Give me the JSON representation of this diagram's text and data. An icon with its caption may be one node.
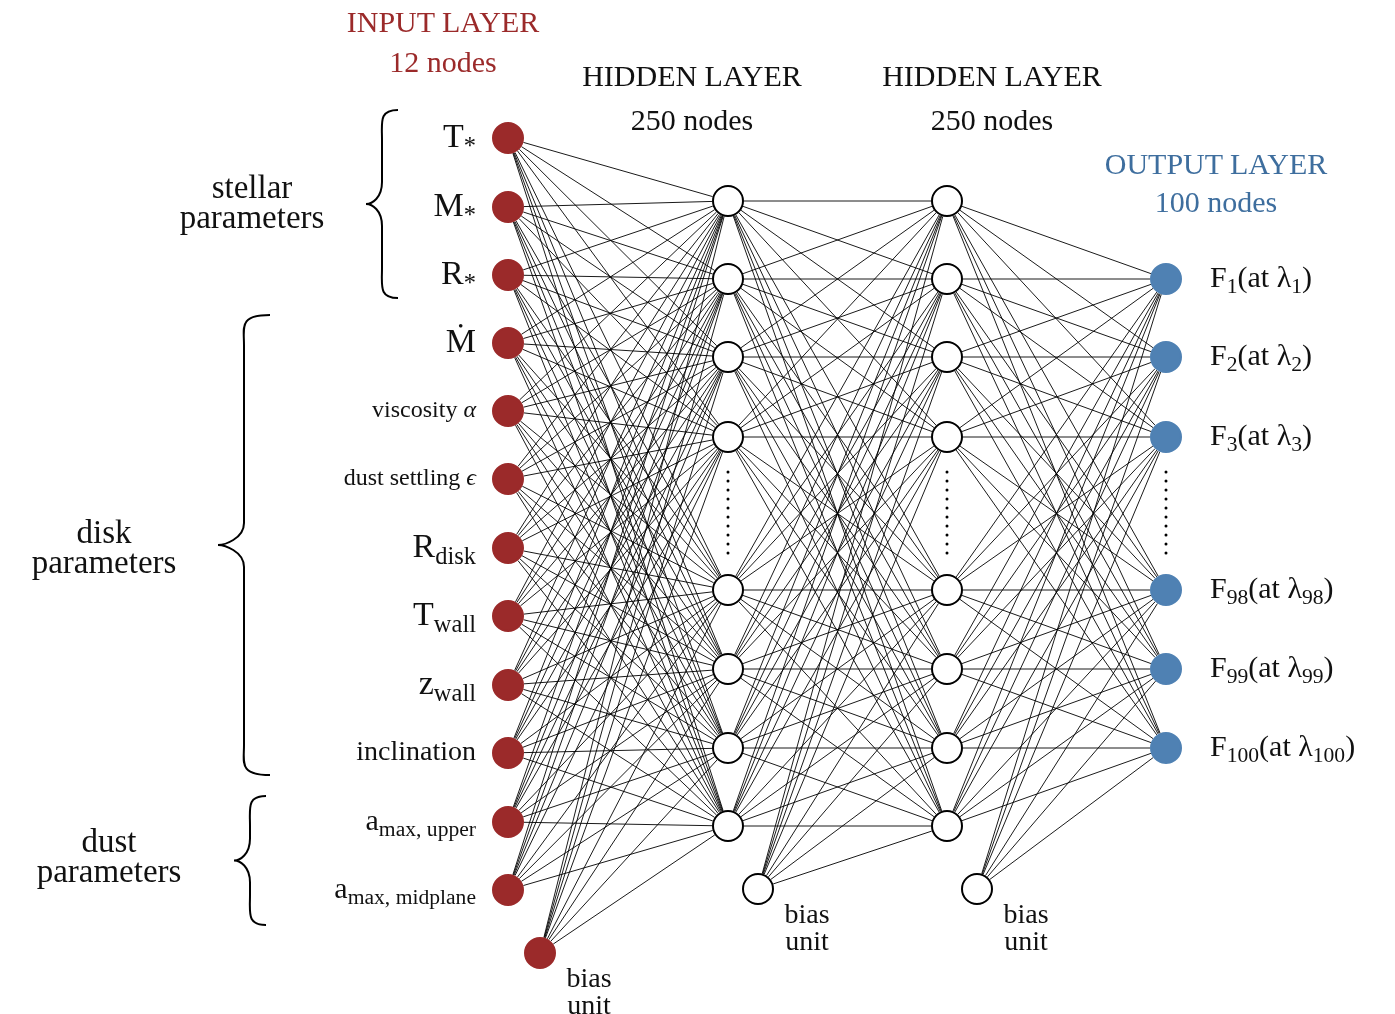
{
  "diagram": {
    "nodes": [
      {
        "text": [],
        "shape": "circle",
        "beside": [
          "T$_{*}$"
        ]
      },
      {
        "text": [],
        "shape": "circle",
        "beside": [
          "M$_{*}$"
        ]
      },
      {
        "text": [],
        "shape": "circle",
        "beside": [
          "R$_{*}$"
        ]
      },
      {
        "text": [],
        "shape": "circle",
        "beside": [
          "Ṁ"
        ]
      },
      {
        "text": [],
        "shape": "circle",
        "beside": [
          "viscosity *α*"
        ]
      },
      {
        "text": [],
        "shape": "circle",
        "beside": [
          "dust settling *ϵ*"
        ]
      },
      {
        "text": [],
        "shape": "circle",
        "beside": [
          "R$_{disk}$"
        ]
      },
      {
        "text": [],
        "shape": "circle",
        "beside": [
          "T$_{wall}$"
        ]
      },
      {
        "text": [],
        "shape": "circle",
        "beside": [
          "z$_{wall}$"
        ]
      },
      {
        "text": [],
        "shape": "circle",
        "beside": [
          "inclination"
        ]
      },
      {
        "text": [],
        "shape": "circle",
        "beside": [
          "a$_{max, upper}$"
        ]
      },
      {
        "text": [],
        "shape": "circle",
        "beside": [
          "a$_{max, midplane}$"
        ]
      },
      {
        "text": [],
        "shape": "circle",
        "beside": [
          "bias unit"
        ]
      },
      {
        "text": [],
        "shape": "circle"
      },
      {
        "text": [],
        "shape": "circle"
      },
      {
        "text": [],
        "shape": "circle"
      },
      {
        "text": [],
        "shape": "circle"
      },
      {
        "text": [],
        "shape": "circle"
      },
      {
        "text": [],
        "shape": "circle"
      },
      {
        "text": [],
        "shape": "circle"
      },
      {
        "text": [],
        "shape": "circle"
      },
      {
        "text": [],
        "shape": "circle",
        "beside": [
          "bias unit"
        ]
      },
      {
        "text": [],
        "shape": "circle"
      },
      {
        "text": [],
        "shape": "circle"
      },
      {
        "text": [],
        "shape": "circle"
      },
      {
        "text": [],
        "shape": "circle"
      },
      {
        "text": [],
        "shape": "circle"
      },
      {
        "text": [],
        "shape": "circle"
      },
      {
        "text": [],
        "shape": "circle"
      },
      {
        "text": [],
        "shape": "circle"
      },
      {
        "text": [],
        "shape": "circle",
        "beside": [
          "bias unit"
        ]
      },
      {
        "text": [],
        "shape": "circle",
        "beside": [
          "F$_{1}$(at λ$_{1}$)"
        ]
      },
      {
        "text": [],
        "shape": "circle",
        "beside": [
          "F$_{2}$(at λ$_{2}$)"
        ]
      },
      {
        "text": [],
        "shape": "circle",
        "beside": [
          "F$_{3}$(at λ$_{3}$)"
        ]
      },
      {
        "text": [],
        "shape": "circle",
        "beside": [
          "F$_{98}$(at λ$_{98}$)"
        ]
      },
      {
        "text": [],
        "shape": "circle",
        "beside": [
          "F$_{99}$(at λ$_{99}$)"
        ]
      },
      {
        "text": [],
        "shape": "circle",
        "beside": [
          "F$_{100}$(at λ$_{100}$)"
        ]
      }
    ],
    "edges": [
      {
        "from": 0,
        "to": 13,
        "arrow": "none"
      },
      {
        "from": 0,
        "to": 14,
        "arrow": "none"
      },
      {
        "from": 0,
        "to": 15,
        "arrow": "none"
      },
      {
        "from": 0,
        "to": 16,
        "arrow": "none"
      },
      {
        "from": 0,
        "to": 17,
        "arrow": "none"
      },
      {
        "from": 0,
        "to": 18,
        "arrow": "none"
      },
      {
        "from": 0,
        "to": 19,
        "arrow": "none"
      },
      {
        "from": 0,
        "to": 20,
        "arrow": "none"
      },
      {
        "from": 1,
        "to": 13,
        "arrow": "none"
      },
      {
        "from": 1,
        "to": 14,
        "arrow": "none"
      },
      {
        "from": 1,
        "to": 15,
        "arrow": "none"
      },
      {
        "from": 1,
        "to": 16,
        "arrow": "none"
      },
      {
        "from": 1,
        "to": 17,
        "arrow": "none"
      },
      {
        "from": 1,
        "to": 18,
        "arrow": "none"
      },
      {
        "from": 1,
        "to": 19,
        "arrow": "none"
      },
      {
        "from": 1,
        "to": 20,
        "arrow": "none"
      },
      {
        "from": 2,
        "to": 13,
        "arrow": "none"
      },
      {
        "from": 2,
        "to": 14,
        "arrow": "none"
      },
      {
        "from": 2,
        "to": 15,
        "arrow": "none"
      },
      {
        "from": 2,
        "to": 16,
        "arrow": "none"
      },
      {
        "from": 2,
        "to": 17,
        "arrow": "none"
      },
      {
        "from": 2,
        "to": 18,
        "arrow": "none"
      },
      {
        "from": 2,
        "to": 19,
        "arrow": "none"
      },
      {
        "from": 2,
        "to": 20,
        "arrow": "none"
      },
      {
        "from": 3,
        "to": 13,
        "arrow": "none"
      },
      {
        "from": 3,
        "to": 14,
        "arrow": "none"
      },
      {
        "from": 3,
        "to": 15,
        "arrow": "none"
      },
      {
        "from": 3,
        "to": 16,
        "arrow": "none"
      },
      {
        "from": 3,
        "to": 17,
        "arrow": "none"
      },
      {
        "from": 3,
        "to": 18,
        "arrow": "none"
      },
      {
        "from": 3,
        "to": 19,
        "arrow": "none"
      },
      {
        "from": 3,
        "to": 20,
        "arrow": "none"
      },
      {
        "from": 4,
        "to": 13,
        "arrow": "none"
      },
      {
        "from": 4,
        "to": 14,
        "arrow": "none"
      },
      {
        "from": 4,
        "to": 15,
        "arrow": "none"
      },
      {
        "from": 4,
        "to": 16,
        "arrow": "none"
      },
      {
        "from": 4,
        "to": 17,
        "arrow": "none"
      },
      {
        "from": 4,
        "to": 18,
        "arrow": "none"
      },
      {
        "from": 4,
        "to": 19,
        "arrow": "none"
      },
      {
        "from": 4,
        "to": 20,
        "arrow": "none"
      },
      {
        "from": 5,
        "to": 13,
        "arrow": "none"
      },
      {
        "from": 5,
        "to": 14,
        "arrow": "none"
      },
      {
        "from": 5,
        "to": 15,
        "arrow": "none"
      },
      {
        "from": 5,
        "to": 16,
        "arrow": "none"
      },
      {
        "from": 5,
        "to": 17,
        "arrow": "none"
      },
      {
        "from": 5,
        "to": 18,
        "arrow": "none"
      },
      {
        "from": 5,
        "to": 19,
        "arrow": "none"
      },
      {
        "from": 5,
        "to": 20,
        "arrow": "none"
      },
      {
        "from": 6,
        "to": 13,
        "arrow": "none"
      },
      {
        "from": 6,
        "to": 14,
        "arrow": "none"
      },
      {
        "from": 6,
        "to": 15,
        "arrow": "none"
      },
      {
        "from": 6,
        "to": 16,
        "arrow": "none"
      },
      {
        "from": 6,
        "to": 17,
        "arrow": "none"
      },
      {
        "from": 6,
        "to": 18,
        "arrow": "none"
      },
      {
        "from": 6,
        "to": 19,
        "arrow": "none"
      },
      {
        "from": 6,
        "to": 20,
        "arrow": "none"
      },
      {
        "from": 7,
        "to": 13,
        "arrow": "none"
      },
      {
        "from": 7,
        "to": 14,
        "arrow": "none"
      },
      {
        "from": 7,
        "to": 15,
        "arrow": "none"
      },
      {
        "from": 7,
        "to": 16,
        "arrow": "none"
      },
      {
        "from": 7,
        "to": 17,
        "arrow": "none"
      },
      {
        "from": 7,
        "to": 18,
        "arrow": "none"
      },
      {
        "from": 7,
        "to": 19,
        "arrow": "none"
      },
      {
        "from": 7,
        "to": 20,
        "arrow": "none"
      },
      {
        "from": 8,
        "to": 13,
        "arrow": "none"
      },
      {
        "from": 8,
        "to": 14,
        "arrow": "none"
      },
      {
        "from": 8,
        "to": 15,
        "arrow": "none"
      },
      {
        "from": 8,
        "to": 16,
        "arrow": "none"
      },
      {
        "from": 8,
        "to": 17,
        "arrow": "none"
      },
      {
        "from": 8,
        "to": 18,
        "arrow": "none"
      },
      {
        "from": 8,
        "to": 19,
        "arrow": "none"
      },
      {
        "from": 8,
        "to": 20,
        "arrow": "none"
      },
      {
        "from": 9,
        "to": 13,
        "arrow": "none"
      },
      {
        "from": 9,
        "to": 14,
        "arrow": "none"
      },
      {
        "from": 9,
        "to": 15,
        "arrow": "none"
      },
      {
        "from": 9,
        "to": 16,
        "arrow": "none"
      },
      {
        "from": 9,
        "to": 17,
        "arrow": "none"
      },
      {
        "from": 9,
        "to": 18,
        "arrow": "none"
      },
      {
        "from": 9,
        "to": 19,
        "arrow": "none"
      },
      {
        "from": 9,
        "to": 20,
        "arrow": "none"
      },
      {
        "from": 10,
        "to": 13,
        "arrow": "none"
      },
      {
        "from": 10,
        "to": 14,
        "arrow": "none"
      },
      {
        "from": 10,
        "to": 15,
        "arrow": "none"
      },
      {
        "from": 10,
        "to": 16,
        "arrow": "none"
      },
      {
        "from": 10,
        "to": 17,
        "arrow": "none"
      },
      {
        "from": 10,
        "to": 18,
        "arrow": "none"
      },
      {
        "from": 10,
        "to": 19,
        "arrow": "none"
      },
      {
        "from": 10,
        "to": 20,
        "arrow": "none"
      },
      {
        "from": 11,
        "to": 13,
        "arrow": "none"
      },
      {
        "from": 11,
        "to": 14,
        "arrow": "none"
      },
      {
        "from": 11,
        "to": 15,
        "arrow": "none"
      },
      {
        "from": 11,
        "to": 16,
        "arrow": "none"
      },
      {
        "from": 11,
        "to": 17,
        "arrow": "none"
      },
      {
        "from": 11,
        "to": 18,
        "arrow": "none"
      },
      {
        "from": 11,
        "to": 19,
        "arrow": "none"
      },
      {
        "from": 11,
        "to": 20,
        "arrow": "none"
      },
      {
        "from": 12,
        "to": 13,
        "arrow": "none"
      },
      {
        "from": 12,
        "to": 14,
        "arrow": "none"
      },
      {
        "from": 12,
        "to": 15,
        "arrow": "none"
      },
      {
        "from": 12,
        "to": 16,
        "arrow": "none"
      },
      {
        "from": 12,
        "to": 17,
        "arrow": "none"
      },
      {
        "from": 12,
        "to": 18,
        "arrow": "none"
      },
      {
        "from": 12,
        "to": 19,
        "arrow": "none"
      },
      {
        "from": 12,
        "to": 20,
        "arrow": "none"
      },
      {
        "from": 13,
        "to": 22,
        "arrow": "none"
      },
      {
        "from": 13,
        "to": 23,
        "arrow": "none"
      },
      {
        "from": 13,
        "to": 24,
        "arrow": "none"
      },
      {
        "from": 13,
        "to": 25,
        "arrow": "none"
      },
      {
        "from": 13,
        "to": 26,
        "arrow": "none"
      },
      {
        "from": 13,
        "to": 27,
        "arrow": "none"
      },
      {
        "from": 13,
        "to": 28,
        "arrow": "none"
      },
      {
        "from": 13,
        "to": 29,
        "arrow": "none"
      },
      {
        "from": 14,
        "to": 22,
        "arrow": "none"
      },
      {
        "from": 14,
        "to": 23,
        "arrow": "none"
      },
      {
        "from": 14,
        "to": 24,
        "arrow": "none"
      },
      {
        "from": 14,
        "to": 25,
        "arrow": "none"
      },
      {
        "from": 14,
        "to": 26,
        "arrow": "none"
      },
      {
        "from": 14,
        "to": 27,
        "arrow": "none"
      },
      {
        "from": 14,
        "to": 28,
        "arrow": "none"
      },
      {
        "from": 14,
        "to": 29,
        "arrow": "none"
      },
      {
        "from": 15,
        "to": 22,
        "arrow": "none"
      },
      {
        "from": 15,
        "to": 23,
        "arrow": "none"
      },
      {
        "from": 15,
        "to": 24,
        "arrow": "none"
      },
      {
        "from": 15,
        "to": 25,
        "arrow": "none"
      },
      {
        "from": 15,
        "to": 26,
        "arrow": "none"
      },
      {
        "from": 15,
        "to": 27,
        "arrow": "none"
      },
      {
        "from": 15,
        "to": 28,
        "arrow": "none"
      },
      {
        "from": 15,
        "to": 29,
        "arrow": "none"
      },
      {
        "from": 16,
        "to": 22,
        "arrow": "none"
      },
      {
        "from": 16,
        "to": 23,
        "arrow": "none"
      },
      {
        "from": 16,
        "to": 24,
        "arrow": "none"
      },
      {
        "from": 16,
        "to": 25,
        "arrow": "none"
      },
      {
        "from": 16,
        "to": 26,
        "arrow": "none"
      },
      {
        "from": 16,
        "to": 27,
        "arrow": "none"
      },
      {
        "from": 16,
        "to": 28,
        "arrow": "none"
      },
      {
        "from": 16,
        "to": 29,
        "arrow": "none"
      },
      {
        "from": 17,
        "to": 22,
        "arrow": "none"
      },
      {
        "from": 17,
        "to": 23,
        "arrow": "none"
      },
      {
        "from": 17,
        "to": 24,
        "arrow": "none"
      },
      {
        "from": 17,
        "to": 25,
        "arrow": "none"
      },
      {
        "from": 17,
        "to": 26,
        "arrow": "none"
      },
      {
        "from": 17,
        "to": 27,
        "arrow": "none"
      },
      {
        "from": 17,
        "to": 28,
        "arrow": "none"
      },
      {
        "from": 17,
        "to": 29,
        "arrow": "none"
      },
      {
        "from": 18,
        "to": 22,
        "arrow": "none"
      },
      {
        "from": 18,
        "to": 23,
        "arrow": "none"
      },
      {
        "from": 18,
        "to": 24,
        "arrow": "none"
      },
      {
        "from": 18,
        "to": 25,
        "arrow": "none"
      },
      {
        "from": 18,
        "to": 26,
        "arrow": "none"
      },
      {
        "from": 18,
        "to": 27,
        "arrow": "none"
      },
      {
        "from": 18,
        "to": 28,
        "arrow": "none"
      },
      {
        "from": 18,
        "to": 29,
        "arrow": "none"
      },
      {
        "from": 19,
        "to": 22,
        "arrow": "none"
      },
      {
        "from": 19,
        "to": 23,
        "arrow": "none"
      },
      {
        "from": 19,
        "to": 24,
        "arrow": "none"
      },
      {
        "from": 19,
        "to": 25,
        "arrow": "none"
      },
      {
        "from": 19,
        "to": 26,
        "arrow": "none"
      },
      {
        "from": 19,
        "to": 27,
        "arrow": "none"
      },
      {
        "from": 19,
        "to": 28,
        "arrow": "none"
      },
      {
        "from": 19,
        "to": 29,
        "arrow": "none"
      },
      {
        "from": 20,
        "to": 22,
        "arrow": "none"
      },
      {
        "from": 20,
        "to": 23,
        "arrow": "none"
      },
      {
        "from": 20,
        "to": 24,
        "arrow": "none"
      },
      {
        "from": 20,
        "to": 25,
        "arrow": "none"
      },
      {
        "from": 20,
        "to": 26,
        "arrow": "none"
      },
      {
        "from": 20,
        "to": 27,
        "arrow": "none"
      },
      {
        "from": 20,
        "to": 28,
        "arrow": "none"
      },
      {
        "from": 20,
        "to": 29,
        "arrow": "none"
      },
      {
        "from": 21,
        "to": 22,
        "arrow": "none"
      },
      {
        "from": 21,
        "to": 23,
        "arrow": "none"
      },
      {
        "from": 21,
        "to": 24,
        "arrow": "none"
      },
      {
        "from": 21,
        "to": 25,
        "arrow": "none"
      },
      {
        "from": 21,
        "to": 26,
        "arrow": "none"
      },
      {
        "from": 21,
        "to": 27,
        "arrow": "none"
      },
      {
        "from": 21,
        "to": 28,
        "arrow": "none"
      },
      {
        "from": 21,
        "to": 29,
        "arrow": "none"
      },
      {
        "from": 22,
        "to": 31,
        "arrow": "none"
      },
      {
        "from": 22,
        "to": 32,
        "arrow": "none"
      },
      {
        "from": 22,
        "to": 33,
        "arrow": "none"
      },
      {
        "from": 22,
        "to": 34,
        "arrow": "none"
      },
      {
        "from": 22,
        "to": 35,
        "arrow": "none"
      },
      {
        "from": 22,
        "to": 36,
        "arrow": "none"
      },
      {
        "from": 23,
        "to": 31,
        "arrow": "none"
      },
      {
        "from": 23,
        "to": 32,
        "arrow": "none"
      },
      {
        "from": 23,
        "to": 33,
        "arrow": "none"
      },
      {
        "from": 23,
        "to": 34,
        "arrow": "none"
      },
      {
        "from": 23,
        "to": 35,
        "arrow": "none"
      },
      {
        "from": 23,
        "to": 36,
        "arrow": "none"
      },
      {
        "from": 24,
        "to": 31,
        "arrow": "none"
      },
      {
        "from": 24,
        "to": 32,
        "arrow": "none"
      },
      {
        "from": 24,
        "to": 33,
        "arrow": "none"
      },
      {
        "from": 24,
        "to": 34,
        "arrow": "none"
      },
      {
        "from": 24,
        "to": 35,
        "arrow": "none"
      },
      {
        "from": 24,
        "to": 36,
        "arrow": "none"
      },
      {
        "from": 25,
        "to": 31,
        "arrow": "none"
      },
      {
        "from": 25,
        "to": 32,
        "arrow": "none"
      },
      {
        "from": 25,
        "to": 33,
        "arrow": "none"
      },
      {
        "from": 25,
        "to": 34,
        "arrow": "none"
      },
      {
        "from": 25,
        "to": 35,
        "arrow": "none"
      },
      {
        "from": 25,
        "to": 36,
        "arrow": "none"
      },
      {
        "from": 26,
        "to": 31,
        "arrow": "none"
      },
      {
        "from": 26,
        "to": 32,
        "arrow": "none"
      },
      {
        "from": 26,
        "to": 33,
        "arrow": "none"
      },
      {
        "from": 26,
        "to": 34,
        "arrow": "none"
      },
      {
        "from": 26,
        "to": 35,
        "arrow": "none"
      },
      {
        "from": 26,
        "to": 36,
        "arrow": "none"
      },
      {
        "from": 27,
        "to": 31,
        "arrow": "none"
      },
      {
        "from": 27,
        "to": 32,
        "arrow": "none"
      },
      {
        "from": 27,
        "to": 33,
        "arrow": "none"
      },
      {
        "from": 27,
        "to": 34,
        "arrow": "none"
      },
      {
        "from": 27,
        "to": 35,
        "arrow": "none"
      },
      {
        "from": 27,
        "to": 36,
        "arrow": "none"
      },
      {
        "from": 28,
        "to": 31,
        "arrow": "none"
      },
      {
        "from": 28,
        "to": 32,
        "arrow": "none"
      },
      {
        "from": 28,
        "to": 33,
        "arrow": "none"
      },
      {
        "from": 28,
        "to": 34,
        "arrow": "none"
      },
      {
        "from": 28,
        "to": 35,
        "arrow": "none"
      },
      {
        "from": 28,
        "to": 36,
        "arrow": "none"
      },
      {
        "from": 29,
        "to": 31,
        "arrow": "none"
      },
      {
        "from": 29,
        "to": 32,
        "arrow": "none"
      },
      {
        "from": 29,
        "to": 33,
        "arrow": "none"
      },
      {
        "from": 29,
        "to": 34,
        "arrow": "none"
      },
      {
        "from": 29,
        "to": 35,
        "arrow": "none"
      },
      {
        "from": 29,
        "to": 36,
        "arrow": "none"
      },
      {
        "from": 30,
        "to": 31,
        "arrow": "none"
      },
      {
        "from": 30,
        "to": 32,
        "arrow": "none"
      },
      {
        "from": 30,
        "to": 33,
        "arrow": "none"
      },
      {
        "from": 30,
        "to": 34,
        "arrow": "none"
      },
      {
        "from": 30,
        "to": 35,
        "arrow": "none"
      },
      {
        "from": 30,
        "to": 36,
        "arrow": "none"
      }
    ],
    "labels": [
      "INPUT LAYER",
      "12 nodes",
      "HIDDEN LAYER",
      "250 nodes",
      "HIDDEN LAYER",
      "250 nodes",
      "OUTPUT LAYER",
      "100 nodes",
      "stellar parameters",
      "disk parameters",
      "dust parameters"
    ]
  }
}
